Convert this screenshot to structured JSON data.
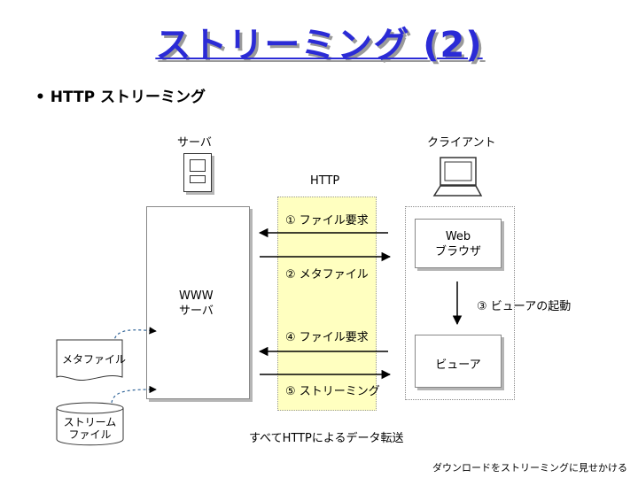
{
  "slide": {
    "title": "ストリーミング (2)",
    "bullet": "• HTTP ストリーミング"
  },
  "diagram": {
    "server_label": "サーバ",
    "client_label": "クライアント",
    "protocol_label": "HTTP",
    "www_server_label": [
      "WWW",
      "サーバ"
    ],
    "browser_label": [
      "Web",
      "ブラウザ"
    ],
    "viewer_label": "ビューア",
    "meta_file_label": "メタファイル",
    "stream_file_label": [
      "ストリーム",
      "ファイル"
    ],
    "steps": [
      "① ファイル要求",
      "② メタファイル",
      "③ ビューアの起動",
      "④ ファイル要求",
      "⑤ ストリーミング"
    ],
    "footer_note": "すべてHTTPによるデータ転送",
    "corner_note": "ダウンロードをストリーミングに見せかける"
  }
}
